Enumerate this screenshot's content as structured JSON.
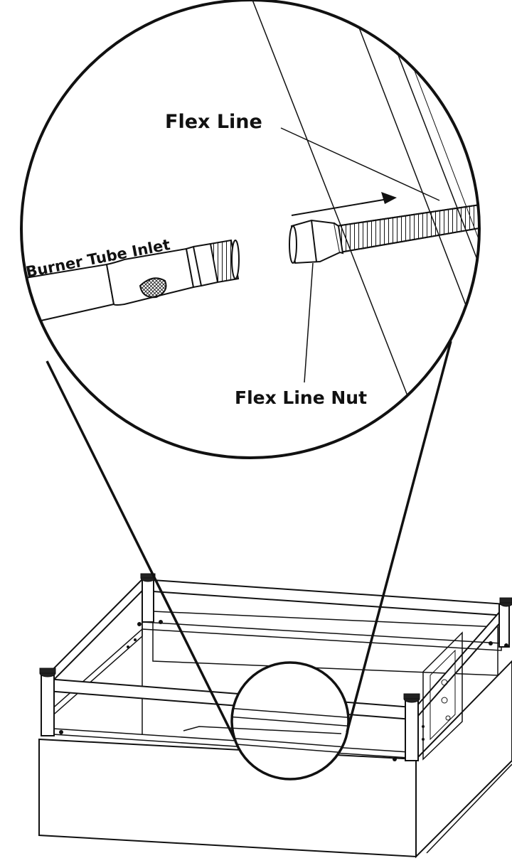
{
  "labels": {
    "flex_line": "Flex Line",
    "burner_tube_inlet": "Burner Tube Inlet",
    "flex_line_nut": "Flex Line Nut"
  },
  "colors": {
    "line": "#111111",
    "background": "#ffffff"
  }
}
